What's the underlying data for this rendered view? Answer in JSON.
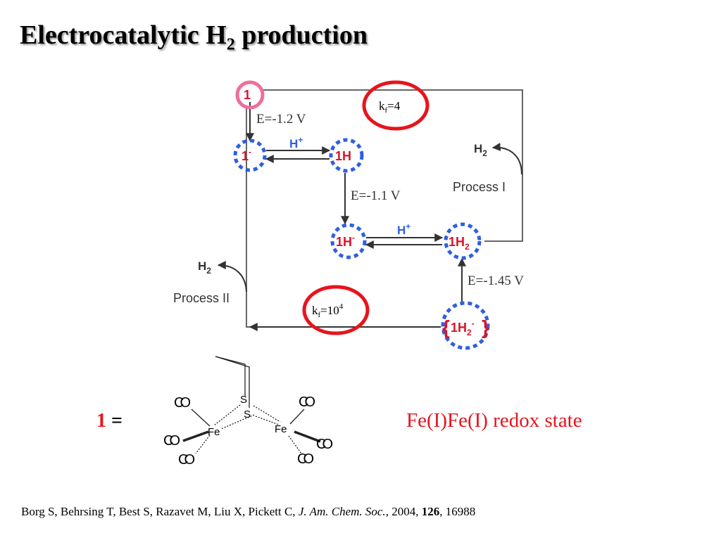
{
  "title": {
    "main": "Electrocatalytic H",
    "sub": "2",
    "rest": " production"
  },
  "nodes": {
    "one": "1",
    "one_minus": "1",
    "one_minus_sup": "-",
    "one_h": "1H",
    "one_h_minus": "1H",
    "one_h_minus_sup": "-",
    "one_h2": "1H",
    "one_h2_sub": "2",
    "one_h2_anion": "1H",
    "one_h2_anion_sub": "2",
    "one_h2_anion_sup": "-"
  },
  "labels": {
    "e1": "E=-1.2 V",
    "e2": "E=-1.1 V",
    "e3": "E=-1.45 V",
    "hplus_1": "H",
    "hplus_2": "H",
    "plus": "+",
    "h2_1": "H",
    "h2_2": "H",
    "two": "2",
    "process1": "Process I",
    "process2": "Process II",
    "kf1": "k",
    "kf1_sub": "f",
    "kf1_val": "=4",
    "kf2": "k",
    "kf2_sub": "f",
    "kf2_val": "=10",
    "kf2_sup": "4"
  },
  "structure": {
    "S1": "S",
    "S2": "S",
    "Fe1": "Fe",
    "Fe2": "Fe",
    "CO": "CO"
  },
  "one_equals": {
    "num": "1",
    "eq": " ="
  },
  "redox_state": "Fe(I)Fe(I) redox state",
  "citation": {
    "authors": "Borg S, Behrsing T, Best S, Razavet M, Liu X, Pickett C, ",
    "journal": "J. Am. Chem. Soc.",
    "year": ", 2004, ",
    "volume": "126",
    "pages": ", 16988"
  },
  "colors": {
    "red": "#e8141c",
    "pink": "#ee6f9a",
    "blue": "#2f5fe0",
    "label_red": "#d7142a"
  }
}
